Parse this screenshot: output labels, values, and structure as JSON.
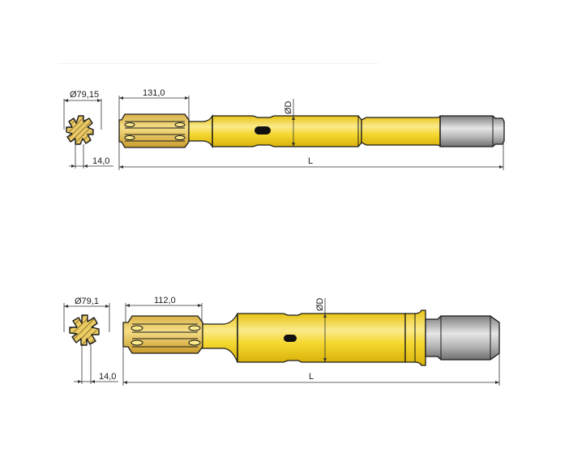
{
  "figure": {
    "type": "technical-drawing",
    "subject": "shank adapters (two variants)",
    "colors": {
      "body_yellow": "#F2D21E",
      "body_yellow_light": "#FBEA8C",
      "spline_tan": "#E7C45A",
      "steel_grey": "#9C9C9C",
      "steel_light": "#E2E2E2",
      "outline": "#1a1a1a",
      "dimension_line": "#333333"
    }
  },
  "drawings": [
    {
      "id": "top",
      "section": {
        "diameter_label": "Ø79,15",
        "spline_width_label": "14,0"
      },
      "side_view": {
        "spline_length_label": "131,0",
        "shank_diameter_label": "ØD",
        "total_length_label": "L"
      }
    },
    {
      "id": "bottom",
      "section": {
        "diameter_label": "Ø79,1",
        "spline_width_label": "14,0"
      },
      "side_view": {
        "spline_length_label": "112,0",
        "shank_diameter_label": "ØD",
        "total_length_label": "L"
      }
    }
  ]
}
